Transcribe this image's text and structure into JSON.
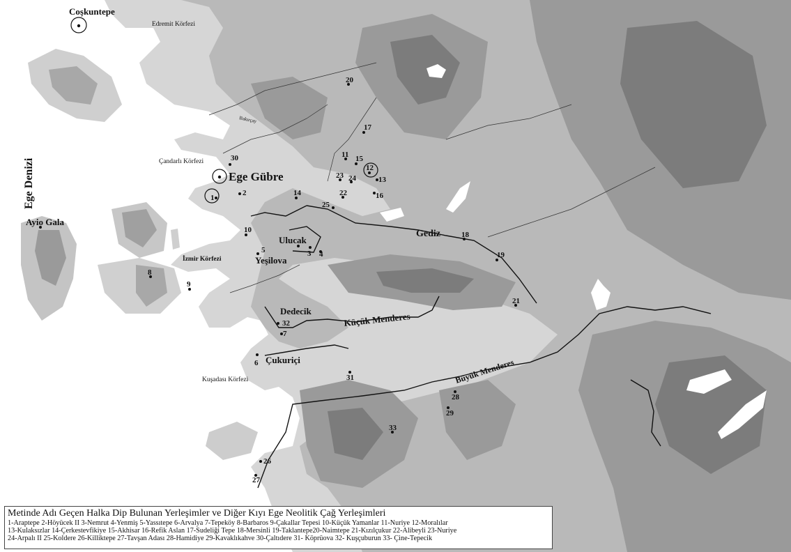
{
  "sea": {
    "name": "Ege Denizi"
  },
  "gulfs": {
    "edremit": "Edremit Körfezi",
    "candarli": "Çandarlı Körfezi",
    "izmir": "İzmir Körfezi",
    "kusadasi": "Kuşadası Körfezi"
  },
  "rivers": {
    "bakircay": "Bakırçay",
    "gediz": "Gediz",
    "kucuk_menderes": "Küçük Menderes",
    "buyuk_menderes": "Büyük Menderes"
  },
  "sites": [
    {
      "name": "Coşkuntepe"
    },
    {
      "name": "Ege Gübre"
    },
    {
      "name": "Ayio Gala"
    },
    {
      "name": "Ulucak"
    },
    {
      "name": "Yeşilova"
    },
    {
      "name": "Dedecik"
    },
    {
      "name": "Çukuriçi"
    }
  ],
  "numbers": [
    "1",
    "2",
    "3",
    "4",
    "5",
    "6",
    "7",
    "8",
    "9",
    "10",
    "11",
    "12",
    "13",
    "14",
    "15",
    "16",
    "17",
    "18",
    "19",
    "20",
    "21",
    "22",
    "23",
    "24",
    "25",
    "26",
    "27",
    "28",
    "29",
    "30",
    "31",
    "32",
    "33"
  ],
  "legend": {
    "title": "Metinde Adı Geçen Halka Dip Bulunan Yerleşimler ve Diğer Kıyı Ege Neolitik Çağ Yerleşimleri",
    "lines": [
      "1-Araptepe 2-Höyücek II 3-Nemrut 4-Yenmiş 5-Yassıtepe 6-Arvalya  7-Tepeköy  8-Barbaros  9-Çakallar  Tepesi 10-Küçük Yamanlar 11-Nuriye 12-Moralılar",
      "13-Kulaksızlar 14-Çerkestevfikiye 15-Akhisar 16-Refik Aslan 17-Sudeliği Tepe 18-Mersinli 19-Taklantepe20-Naimtepe 21-Kızılçukur 22-Alibeyli 23-Nuriye",
      "24-Arpalı II 25-Koldere 26-Killiktepe 27-Tavşan Adası 28-Hamidiye 29-Kavaklıkahve 30-Çaltıdere 31- Köprüova 32- Kuşçuburun 33- Çine-Tepecik"
    ]
  }
}
